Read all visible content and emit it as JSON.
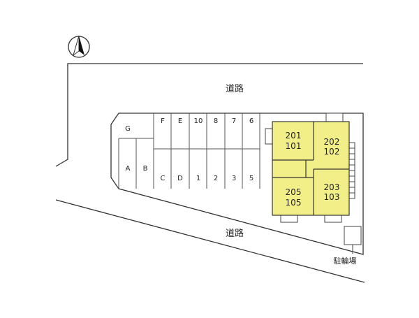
{
  "roads": {
    "north_label": "道路",
    "south_label": "道路"
  },
  "parking": {
    "top_row": [
      "G",
      "F",
      "E",
      "10",
      "8",
      "7",
      "6"
    ],
    "bottom_row": [
      "A",
      "B",
      "C",
      "D",
      "1",
      "2",
      "3",
      "5"
    ]
  },
  "building": {
    "units": [
      {
        "upper": "201",
        "lower": "101"
      },
      {
        "upper": "202",
        "lower": "102"
      },
      {
        "upper": "205",
        "lower": "105"
      },
      {
        "upper": "203",
        "lower": "103"
      }
    ],
    "fill_color": "#f2ef88"
  },
  "bicycle_parking_label": "駐輪場",
  "compass_icon": "north-arrow-icon"
}
